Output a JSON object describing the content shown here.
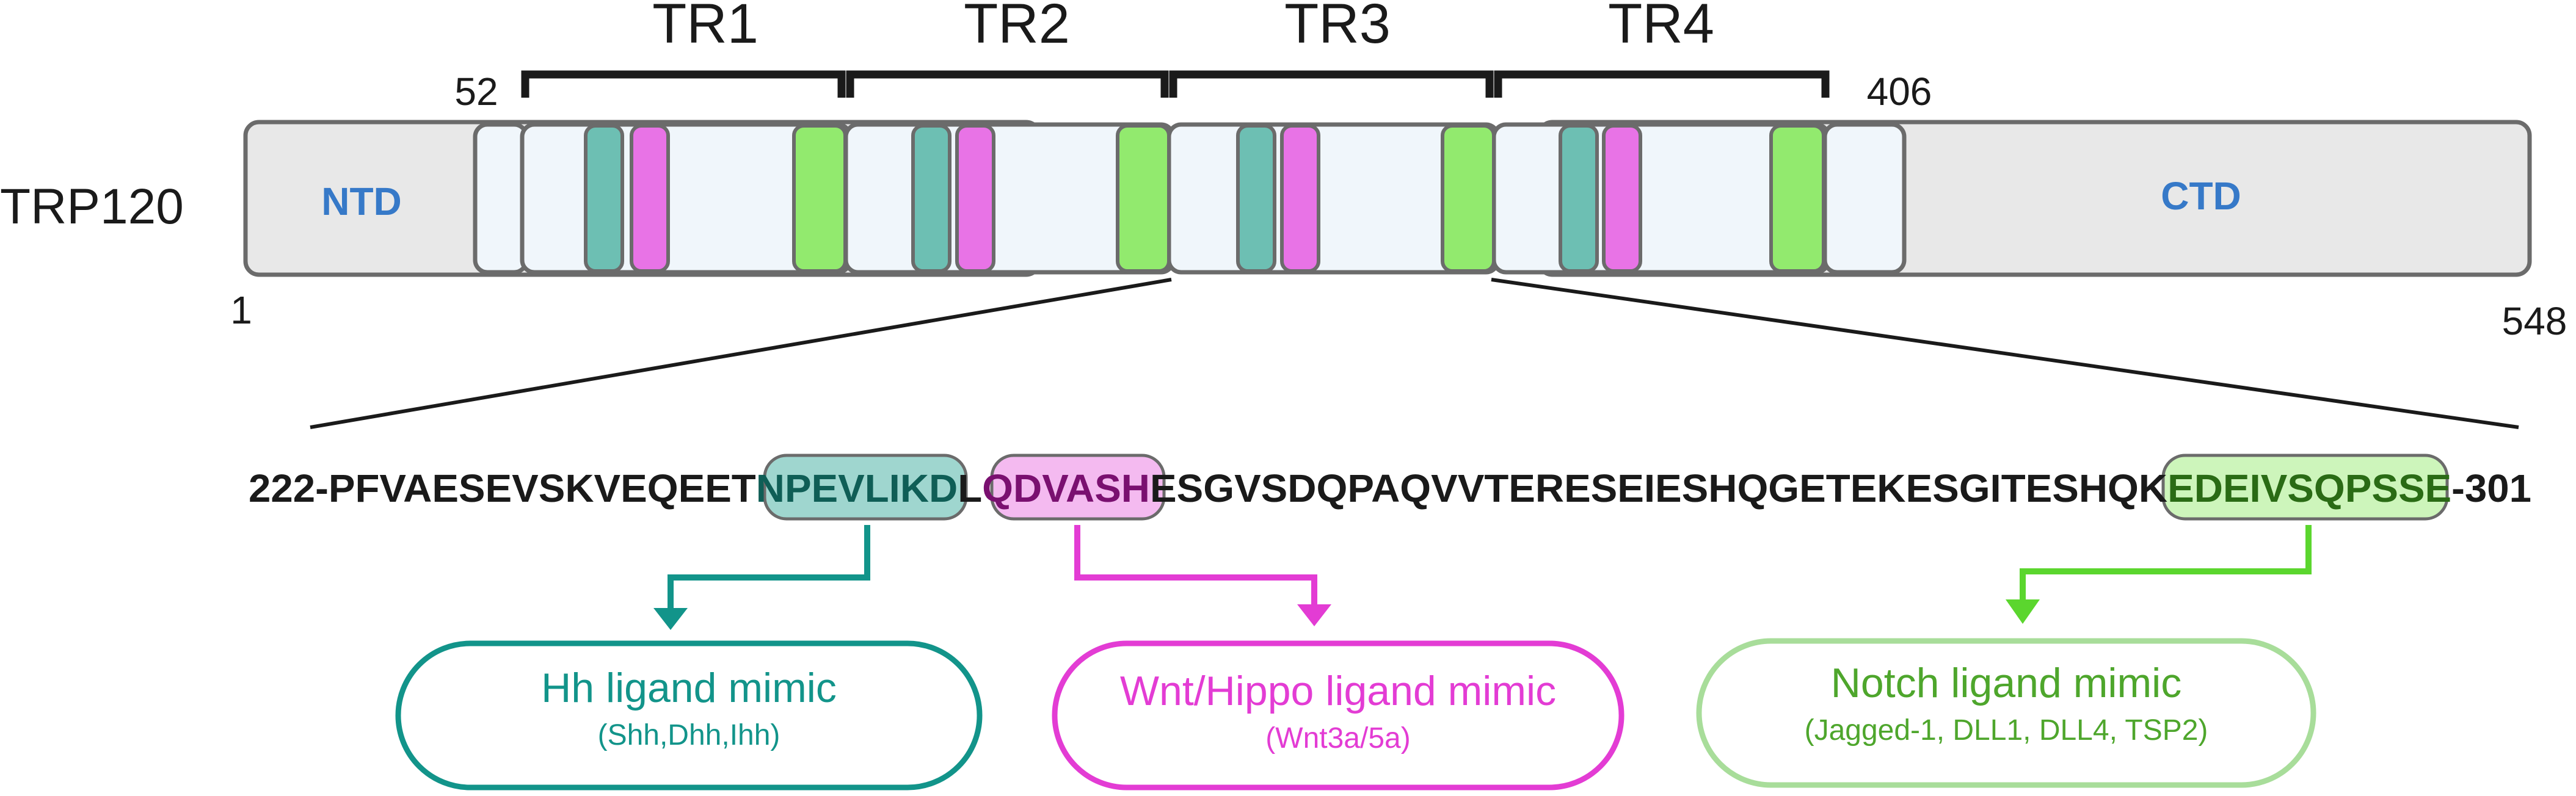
{
  "protein": {
    "name": "TRP120",
    "start": "1",
    "end": "548",
    "repeat_start": "52",
    "repeat_end": "406",
    "ntd_label": "NTD",
    "ctd_label": "CTD",
    "repeats": [
      "TR1",
      "TR2",
      "TR3",
      "TR4"
    ]
  },
  "sequence": {
    "prefix": "222-PFVAESEVSKVEQEET",
    "motif_hh": "NPEVLIKD",
    "linker": "L",
    "motif_wnt": "QDVASH",
    "middle": "ESGVSDQPAQVVTERESEIESHQGETEKESGITESHQK",
    "motif_notch": "EDEIVSQPSSE",
    "suffix": "-301"
  },
  "mimics": {
    "hh": {
      "title": "Hh ligand mimic",
      "subtitle": "(Shh,Dhh,Ihh)"
    },
    "wnt": {
      "title": "Wnt/Hippo ligand mimic",
      "subtitle": "(Wnt3a/5a)"
    },
    "notch": {
      "title": "Notch ligand mimic",
      "subtitle": "(Jagged-1, DLL1, DLL4, TSP2)"
    }
  },
  "colors": {
    "outline": "#6b6b6b",
    "domain_fill": "#e8e8e8",
    "repeat_fill": "#f0f6fb",
    "hh_motif": "#6dbfb3",
    "wnt_motif": "#e873e6",
    "notch_motif": "#92ea6e",
    "domain_text": "#3679c8",
    "hh_color": "#12948a",
    "wnt_color": "#e33cd4",
    "notch_color": "#5bd62e",
    "notch_text": "#4ea62c",
    "notch_box_border": "#a8dd9a"
  }
}
